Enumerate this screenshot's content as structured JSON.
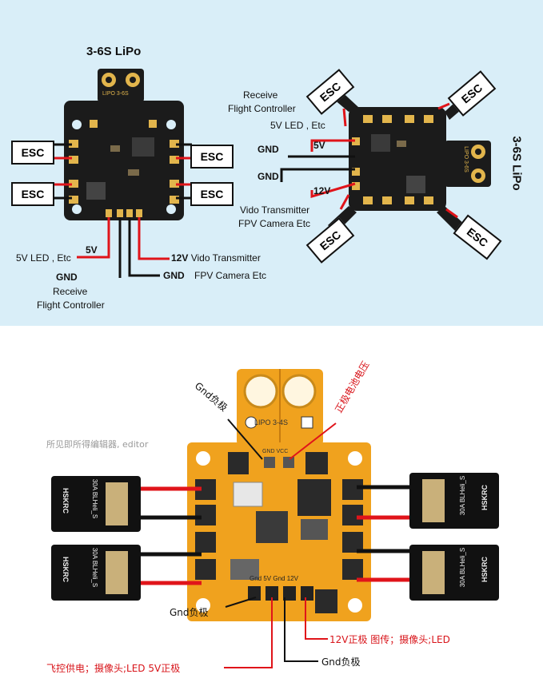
{
  "top_left": {
    "title": "3-6S LiPo",
    "board_lipo": "LIPO 3-6S",
    "esc_labels": [
      "ESC",
      "ESC",
      "ESC",
      "ESC"
    ],
    "labels": {
      "led_5v": "5V LED , Etc",
      "v5": "5V",
      "gnd1": "GND",
      "receive": "Receive",
      "flight_controller": "Flight Controller",
      "v12": "12V",
      "vido": " Vido Transmitter",
      "gnd2": "GND",
      "fpv": "FPV Camera Etc"
    }
  },
  "top_right": {
    "title": "3-6S LiPo",
    "board_lipo": "LIPO 3-6S",
    "esc_labels": [
      "ESC",
      "ESC",
      "ESC",
      "ESC"
    ],
    "labels": {
      "receive": "Receive",
      "flight_controller": "Flight Controller",
      "led_5v": "5V LED , Etc",
      "gnd1": "GND",
      "v5": "5V",
      "gnd2": "GND",
      "v12": "12V",
      "vido": "Vido Transmitter",
      "fpv": "FPV Camera Etc"
    }
  },
  "bottom": {
    "watermark": "所见即所得编辑器, editor",
    "gnd_neg_top": "Gnd负极",
    "pos_battery": "正极电池电压",
    "board_lipo": "LIPO 3-4S",
    "gnd_vcc": "GND VCC",
    "pad_labels": "Gnd 5V Gnd 12V",
    "esc_text": [
      "30A BLHeli_S",
      "30A BLHeli_S",
      "30A BLHeli_S",
      "30A BLHeli_S"
    ],
    "esc_brand": [
      "HSKRC",
      "HSKRC",
      "HSKRC",
      "HSKRC"
    ],
    "gnd_neg_left": "Gnd负极",
    "v12_pos": "12V正极 图传；摄像头;LED",
    "fc_supply": "飞控供电；摄像头;LED  5V正极",
    "gnd_neg_bottom": "Gnd负极"
  },
  "colors": {
    "top_bg": "#d9eef8",
    "pcb_black": "#1b1b1b",
    "pcb_orange": "#f0a21e",
    "wire_red": "#e0141a",
    "label_red": "#d8141a"
  }
}
